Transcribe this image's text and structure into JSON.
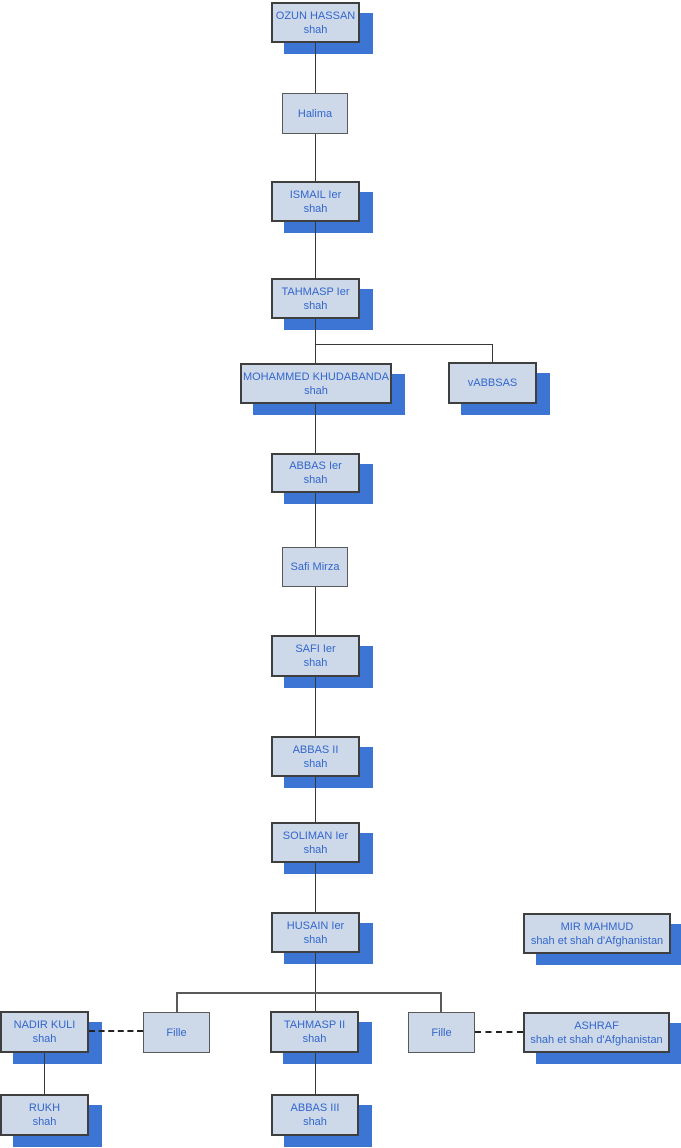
{
  "diagram": {
    "kind": "family-tree",
    "description": "Genealogical chart of shahs (Safavid dynasty style), vertical chain with spouses and side branches"
  },
  "colors": {
    "box_fill": "#cdd9e9",
    "box_border_dark": "#3f3f3f",
    "box_border_light": "#595959",
    "shadow_blue": "#3c75d3",
    "text_blue": "#3366cc",
    "connector": "#383838"
  },
  "nodes": {
    "ozun_hassan": {
      "name": "OZUN HASSAN",
      "title": "shah"
    },
    "halima": {
      "name": "Halima"
    },
    "ismail_1": {
      "name": "ISMAIL Ier",
      "title": "shah"
    },
    "tahmasp_1": {
      "name": "TAHMASP Ier",
      "title": "shah"
    },
    "mohammed_khudabanda": {
      "name": "MOHAMMED KHUDABANDA",
      "title": "shah"
    },
    "vabbsas": {
      "name": "vABBSAS"
    },
    "abbas_1": {
      "name": "ABBAS Ier",
      "title": "shah"
    },
    "safi_mirza": {
      "name": "Safi Mirza"
    },
    "safi_1": {
      "name": "SAFI Ier",
      "title": "shah"
    },
    "abbas_2": {
      "name": "ABBAS II",
      "title": "shah"
    },
    "soliman_1": {
      "name": "SOLIMAN Ier",
      "title": "shah"
    },
    "husain_1": {
      "name": "HUSAIN Ier",
      "title": "shah"
    },
    "mir_mahmud": {
      "name": "MIR MAHMUD",
      "title": "shah et shah d'Afghanistan"
    },
    "nadir_kuli": {
      "name": "NADIR KULI",
      "title": "shah"
    },
    "fille_1": {
      "name": "Fille"
    },
    "tahmasp_2": {
      "name": "TAHMASP II",
      "title": "shah"
    },
    "fille_2": {
      "name": "Fille"
    },
    "ashraf": {
      "name": "ASHRAF",
      "title": "shah et shah d'Afghanistan"
    },
    "rukh": {
      "name": "RUKH",
      "title": "shah"
    },
    "abbas_3": {
      "name": "ABBAS III",
      "title": "shah"
    }
  }
}
